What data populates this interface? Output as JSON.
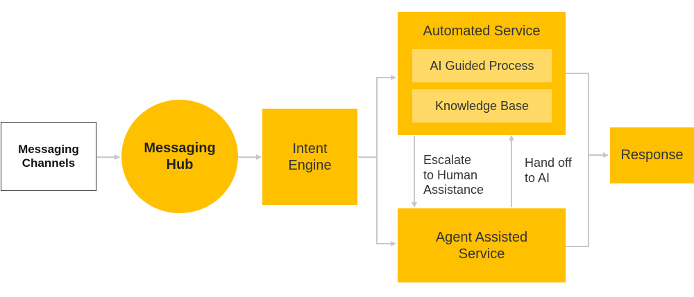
{
  "diagram": {
    "messaging_channels": "Messaging\nChannels",
    "messaging_hub": "Messaging\nHub",
    "intent_engine": "Intent\nEngine",
    "automated_service": {
      "title": "Automated Service",
      "items": [
        "AI Guided Process",
        "Knowledge Base"
      ]
    },
    "agent_assisted_service": "Agent Assisted\nService",
    "response": "Response",
    "escalate_label": "Escalate\nto Human\nAssistance",
    "hand_off_label": "Hand off\nto AI"
  },
  "colors": {
    "primary": "#ffc000",
    "secondary": "#ffd966",
    "connector": "#c8c8c8",
    "text": "#333333"
  }
}
